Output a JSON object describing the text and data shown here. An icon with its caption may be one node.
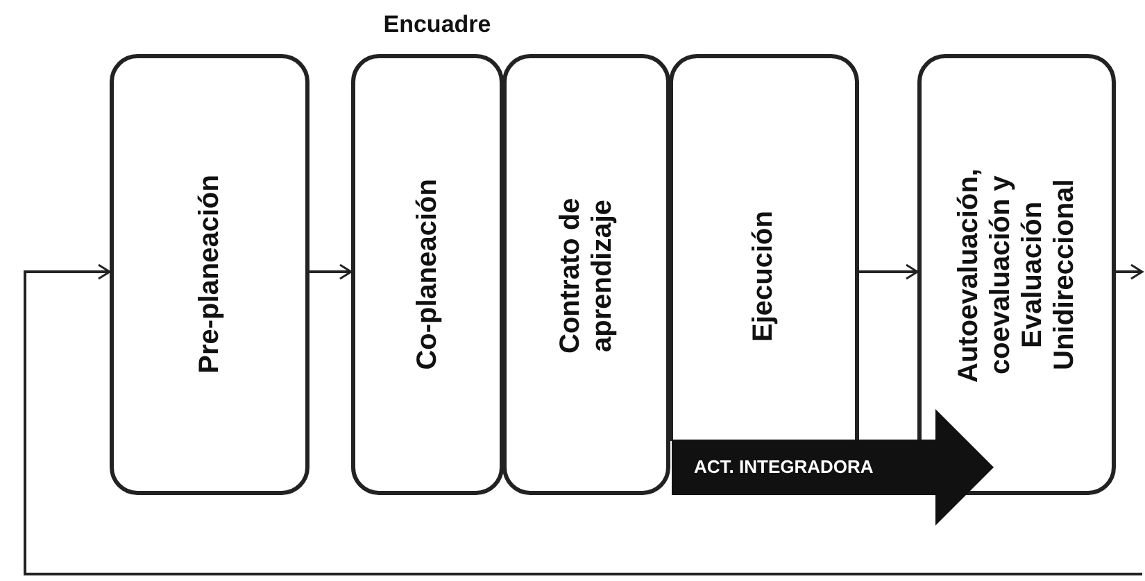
{
  "diagram": {
    "nodes": [
      {
        "text": [
          "Pre-planeación"
        ]
      },
      {
        "text": [
          "Co-planeación"
        ]
      },
      {
        "text": [
          "Contrato de aprendizaje"
        ]
      },
      {
        "text": [
          "Ejecución"
        ]
      },
      {
        "text": [
          "Autoevaluación, coevaluación y Evaluación Unidireccional"
        ]
      },
      {
        "text": [
          "ACT. INTEGRADORA"
        ]
      }
    ],
    "edges": [
      {
        "from": 0,
        "to": 1,
        "arrow": "to"
      },
      {
        "from": 3,
        "to": 4,
        "arrow": "to"
      },
      {
        "from": 4,
        "to": null,
        "arrow": "to"
      },
      {
        "from": null,
        "to": 0,
        "arrow": "to"
      }
    ],
    "labels": [
      "Encuadre"
    ]
  }
}
